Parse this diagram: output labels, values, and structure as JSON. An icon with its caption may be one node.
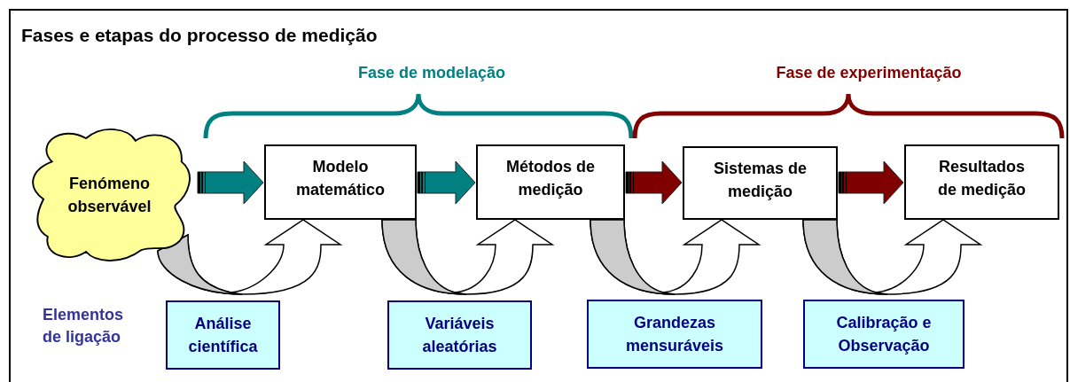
{
  "diagram": {
    "title": "Fases e etapas do processo de medição",
    "nodes": [
      {
        "text": [
          "Fenómeno observável"
        ]
      },
      {
        "text": [
          "Modelo matemático"
        ]
      },
      {
        "text": [
          "Métodos de medição"
        ]
      },
      {
        "text": [
          "Sistemas de medição"
        ]
      },
      {
        "text": [
          "Resultados de medição"
        ]
      },
      {
        "text": [
          "Análise científica"
        ]
      },
      {
        "text": [
          "Variáveis aleatórias"
        ]
      },
      {
        "text": [
          "Grandezas mensuráveis"
        ]
      },
      {
        "text": [
          "Calibração e Observação"
        ]
      }
    ],
    "edges": [
      {
        "from": 0,
        "to": 1,
        "arrow": "to",
        "style": "thick",
        "color": "#008080"
      },
      {
        "from": 1,
        "to": 2,
        "arrow": "to",
        "style": "thick",
        "color": "#008080"
      },
      {
        "from": 2,
        "to": 3,
        "arrow": "to",
        "style": "thick",
        "color": "#800000"
      },
      {
        "from": 3,
        "to": 4,
        "arrow": "to",
        "style": "thick",
        "color": "#800000"
      },
      {
        "from": 0,
        "to": 1,
        "arrow": "to"
      },
      {
        "from": 1,
        "to": 2,
        "arrow": "to"
      },
      {
        "from": 2,
        "to": 3,
        "arrow": "to"
      },
      {
        "from": 3,
        "to": 4,
        "arrow": "to"
      }
    ],
    "labels": [
      "Fase de modelação",
      "Fase de experimentação",
      "Elementos de ligação"
    ]
  }
}
